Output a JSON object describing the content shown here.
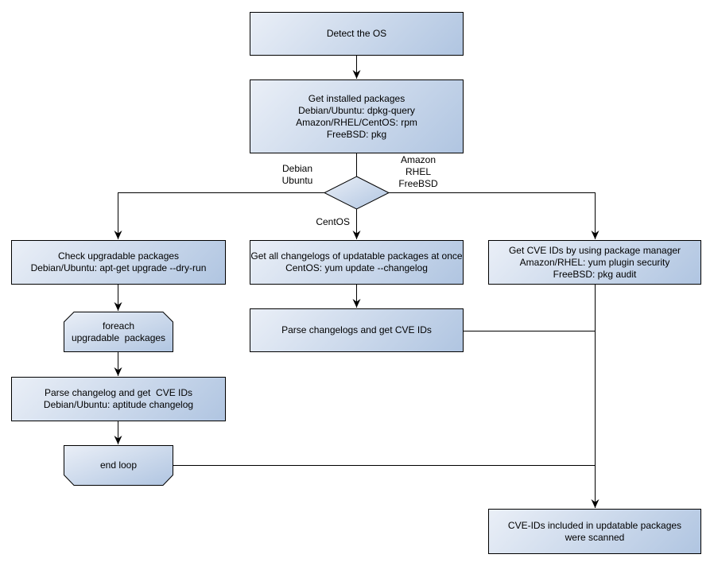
{
  "title": "OS package CVE scan flowchart",
  "theme": {
    "box_fill_light": "#eaeff7",
    "box_fill_dark": "#b0c5e1",
    "line_color": "#000000",
    "text_color": "#000000",
    "page_bg": "#ffffff"
  },
  "nodes": {
    "detect_os": "Detect the OS",
    "get_installed_packages": "Get installed packages\nDebian/Ubuntu: dpkg-query\nAmazon/RHEL/CentOS: rpm\nFreeBSD: pkg",
    "check_upgradable": "Check upgradable packages\nDebian/Ubuntu: apt-get upgrade --dry-run",
    "foreach_loop": "foreach\nupgradable  packages",
    "parse_changelog_debian": "Parse changelog and get  CVE IDs\nDebian/Ubuntu: aptitude changelog",
    "end_loop": "end loop",
    "get_all_changelogs": "Get all changelogs of updatable packages at once\nCentOS: yum update --changelog",
    "parse_changelogs_centos": "Parse changelogs and get CVE IDs",
    "get_cve_ids_pkg_manager": "Get CVE IDs by using package manager\nAmazon/RHEL: yum plugin security\nFreeBSD: pkg audit",
    "cve_ids_scanned": "CVE-IDs included in updatable packages\nwere scanned"
  },
  "edge_labels": {
    "debian_ubuntu": "Debian\nUbuntu",
    "amazon_rhel_freebsd": "Amazon\nRHEL\nFreeBSD",
    "centos": "CentOS"
  }
}
